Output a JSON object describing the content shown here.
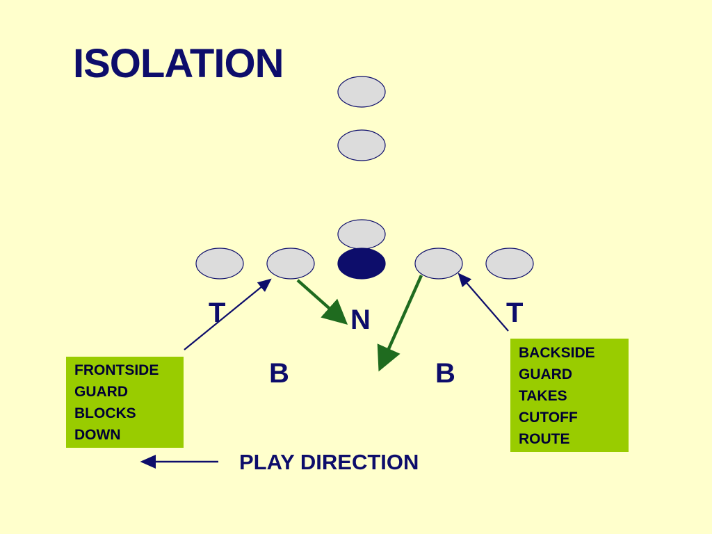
{
  "title": "ISOLATION",
  "labels": {
    "tackle_left": "T",
    "tackle_right": "T",
    "nose": "N",
    "backer_left": "B",
    "backer_right": "B"
  },
  "frontside_note": [
    "FRONTSIDE",
    "GUARD",
    "BLOCKS",
    "DOWN"
  ],
  "backside_note": [
    "BACKSIDE",
    "GUARD",
    "TAKES",
    "CUTOFF",
    "ROUTE"
  ],
  "play_direction": "PLAY DIRECTION",
  "colors": {
    "background": "#ffffcc",
    "navy": "#0d0d6b",
    "player_fill": "#dcdcdc",
    "center_fill": "#0d0d6b",
    "block_arrow": "#1f6b1f",
    "note_box": "#99cc00"
  }
}
